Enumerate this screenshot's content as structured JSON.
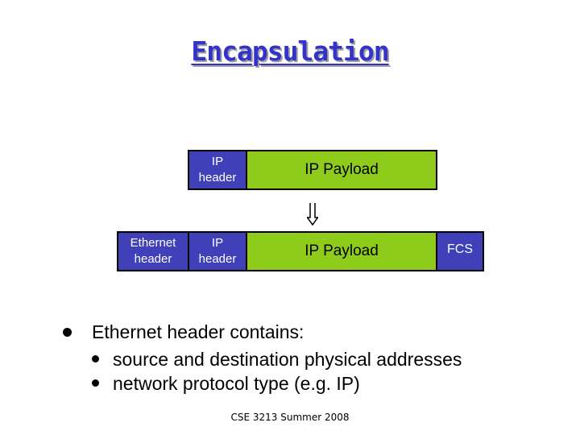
{
  "slide": {
    "title": "Encapsulation",
    "top_row": {
      "ip_header": "IP header",
      "ip_payload": "IP Payload"
    },
    "bottom_row": {
      "ethernet_header": "Ethernet header",
      "ip_header": "IP header",
      "ip_payload": "IP Payload",
      "fcs": "FCS"
    },
    "bullets": {
      "main": "Ethernet header contains:",
      "sub": [
        "source and destination physical addresses",
        "network protocol type (e.g. IP)"
      ]
    },
    "footer": "CSE 3213 Summer 2008",
    "colors": {
      "header_blue": "#4040b8",
      "payload_green": "#8ecb1a",
      "title_blue": "#3333cc"
    },
    "icons": {
      "arrow": "down-arrow-icon"
    }
  }
}
